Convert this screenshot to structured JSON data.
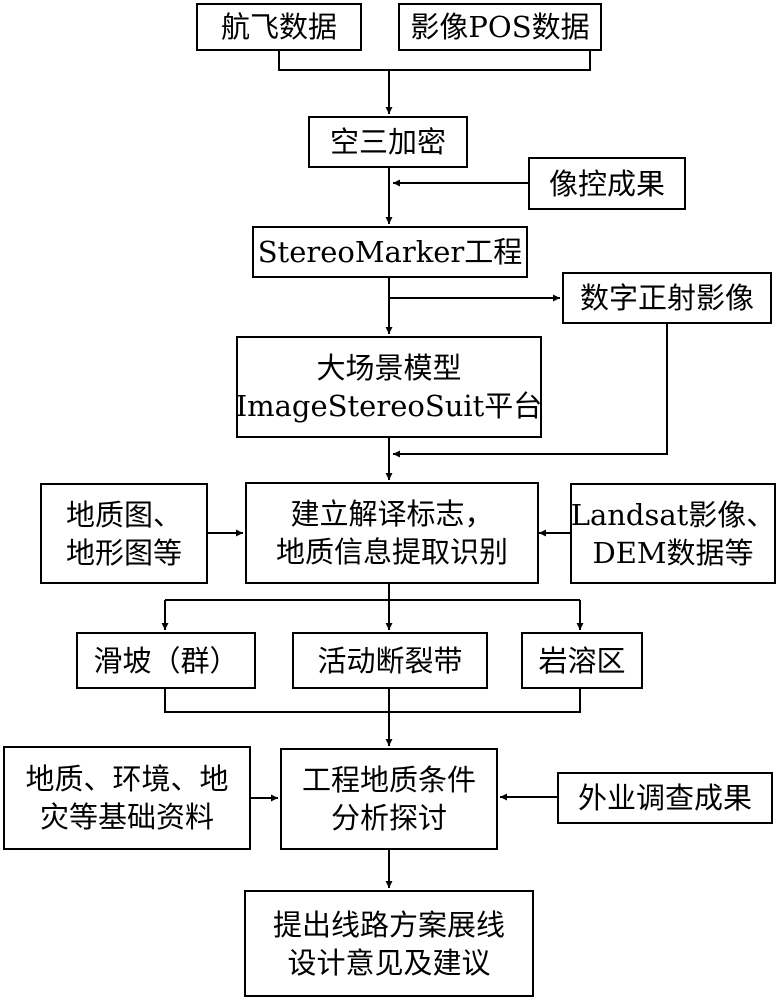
{
  "nodes": {
    "flight_data": {
      "lines": [
        "航飞数据"
      ]
    },
    "image_pos": {
      "lines": [
        "影像POS数据"
      ]
    },
    "aerotriangulation": {
      "lines": [
        "空三加密"
      ]
    },
    "control_results": {
      "lines": [
        "像控成果"
      ]
    },
    "stereomarker": {
      "lines": [
        "StereoMarker工程"
      ]
    },
    "orthophoto": {
      "lines": [
        "数字正射影像"
      ]
    },
    "platform": {
      "lines": [
        "大场景模型",
        "ImageStereoSuit平台"
      ]
    },
    "geo_maps": {
      "lines": [
        "地质图、",
        "地形图等"
      ]
    },
    "interpretation": {
      "lines": [
        "建立解译标志，",
        "地质信息提取识别"
      ]
    },
    "landsat": {
      "lines": [
        "Landsat影像、",
        "DEM数据等"
      ]
    },
    "landslide": {
      "lines": [
        "滑坡（群）"
      ]
    },
    "fault_zone": {
      "lines": [
        "活动断裂带"
      ]
    },
    "karst": {
      "lines": [
        "岩溶区"
      ]
    },
    "basic_data": {
      "lines": [
        "地质、环境、地",
        "灾等基础资料"
      ]
    },
    "analysis": {
      "lines": [
        "工程地质条件",
        "分析探讨"
      ]
    },
    "field_survey": {
      "lines": [
        "外业调查成果"
      ]
    },
    "proposal": {
      "lines": [
        "提出线路方案展线",
        "设计意见及建议"
      ]
    }
  }
}
